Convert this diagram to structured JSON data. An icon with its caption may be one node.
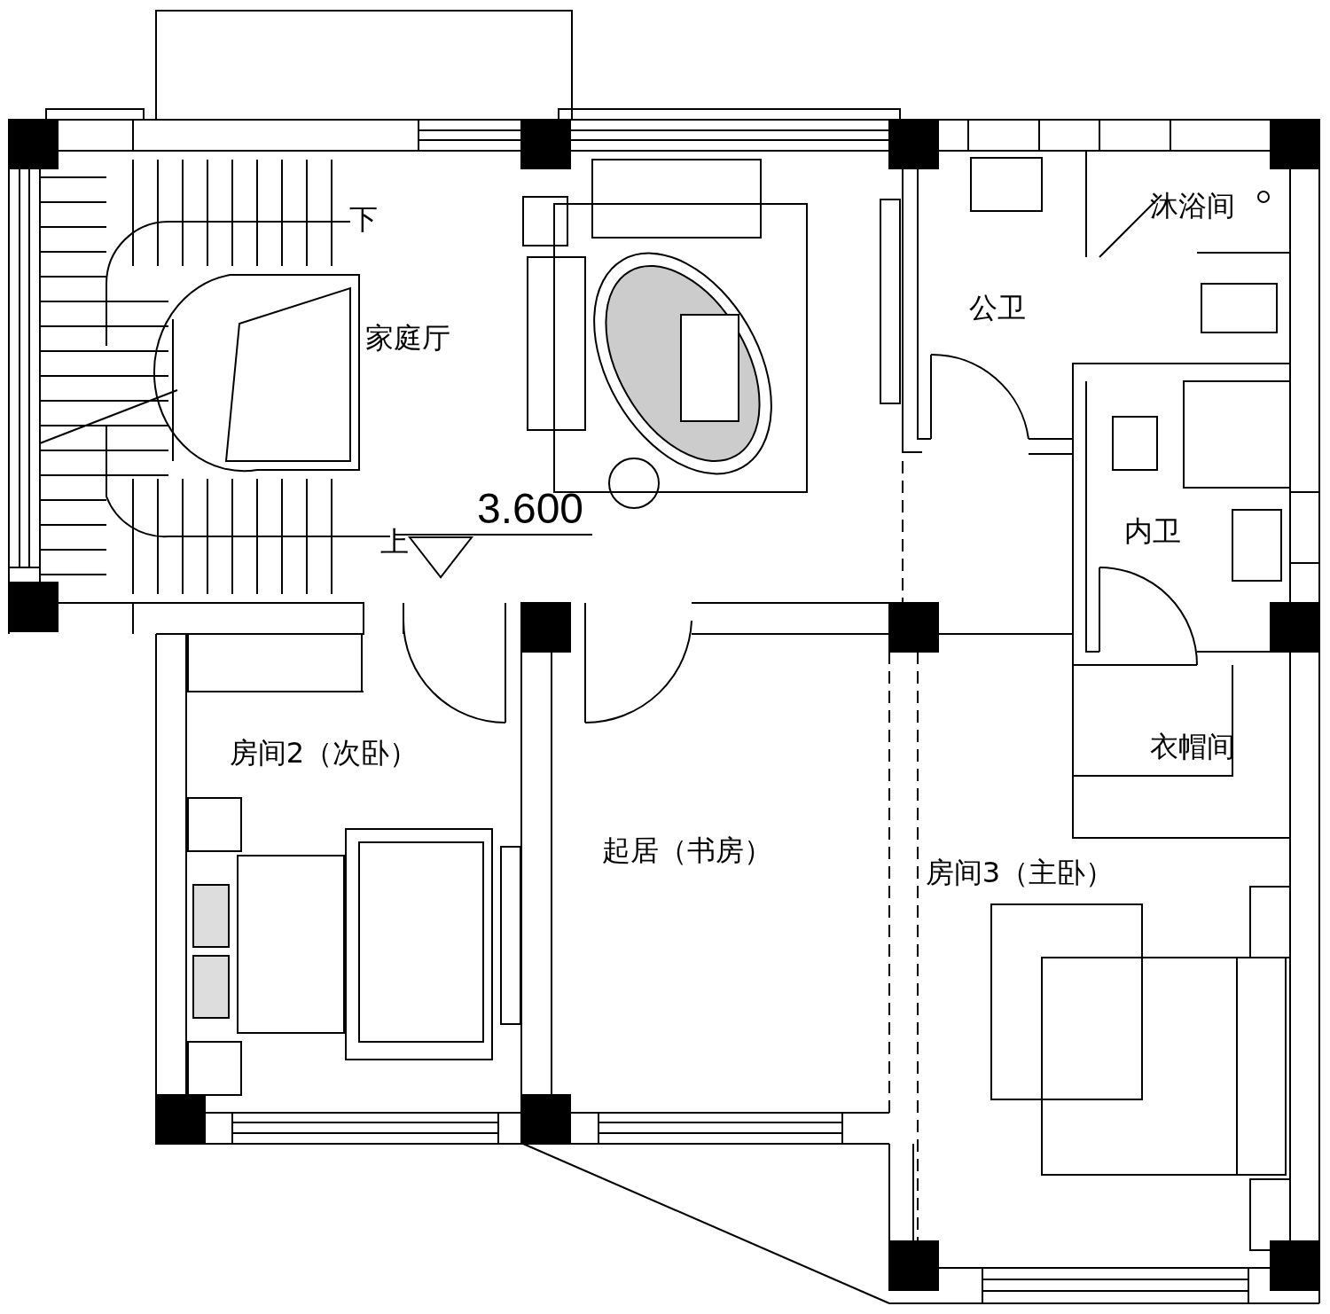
{
  "diagram": {
    "labels": [
      "下",
      "家庭厅",
      "沐浴间",
      "公卫",
      "3.600",
      "上",
      "内卫",
      "房间2（次卧）",
      "衣帽间",
      "起居（书房）",
      "房间3（主卧）"
    ]
  }
}
